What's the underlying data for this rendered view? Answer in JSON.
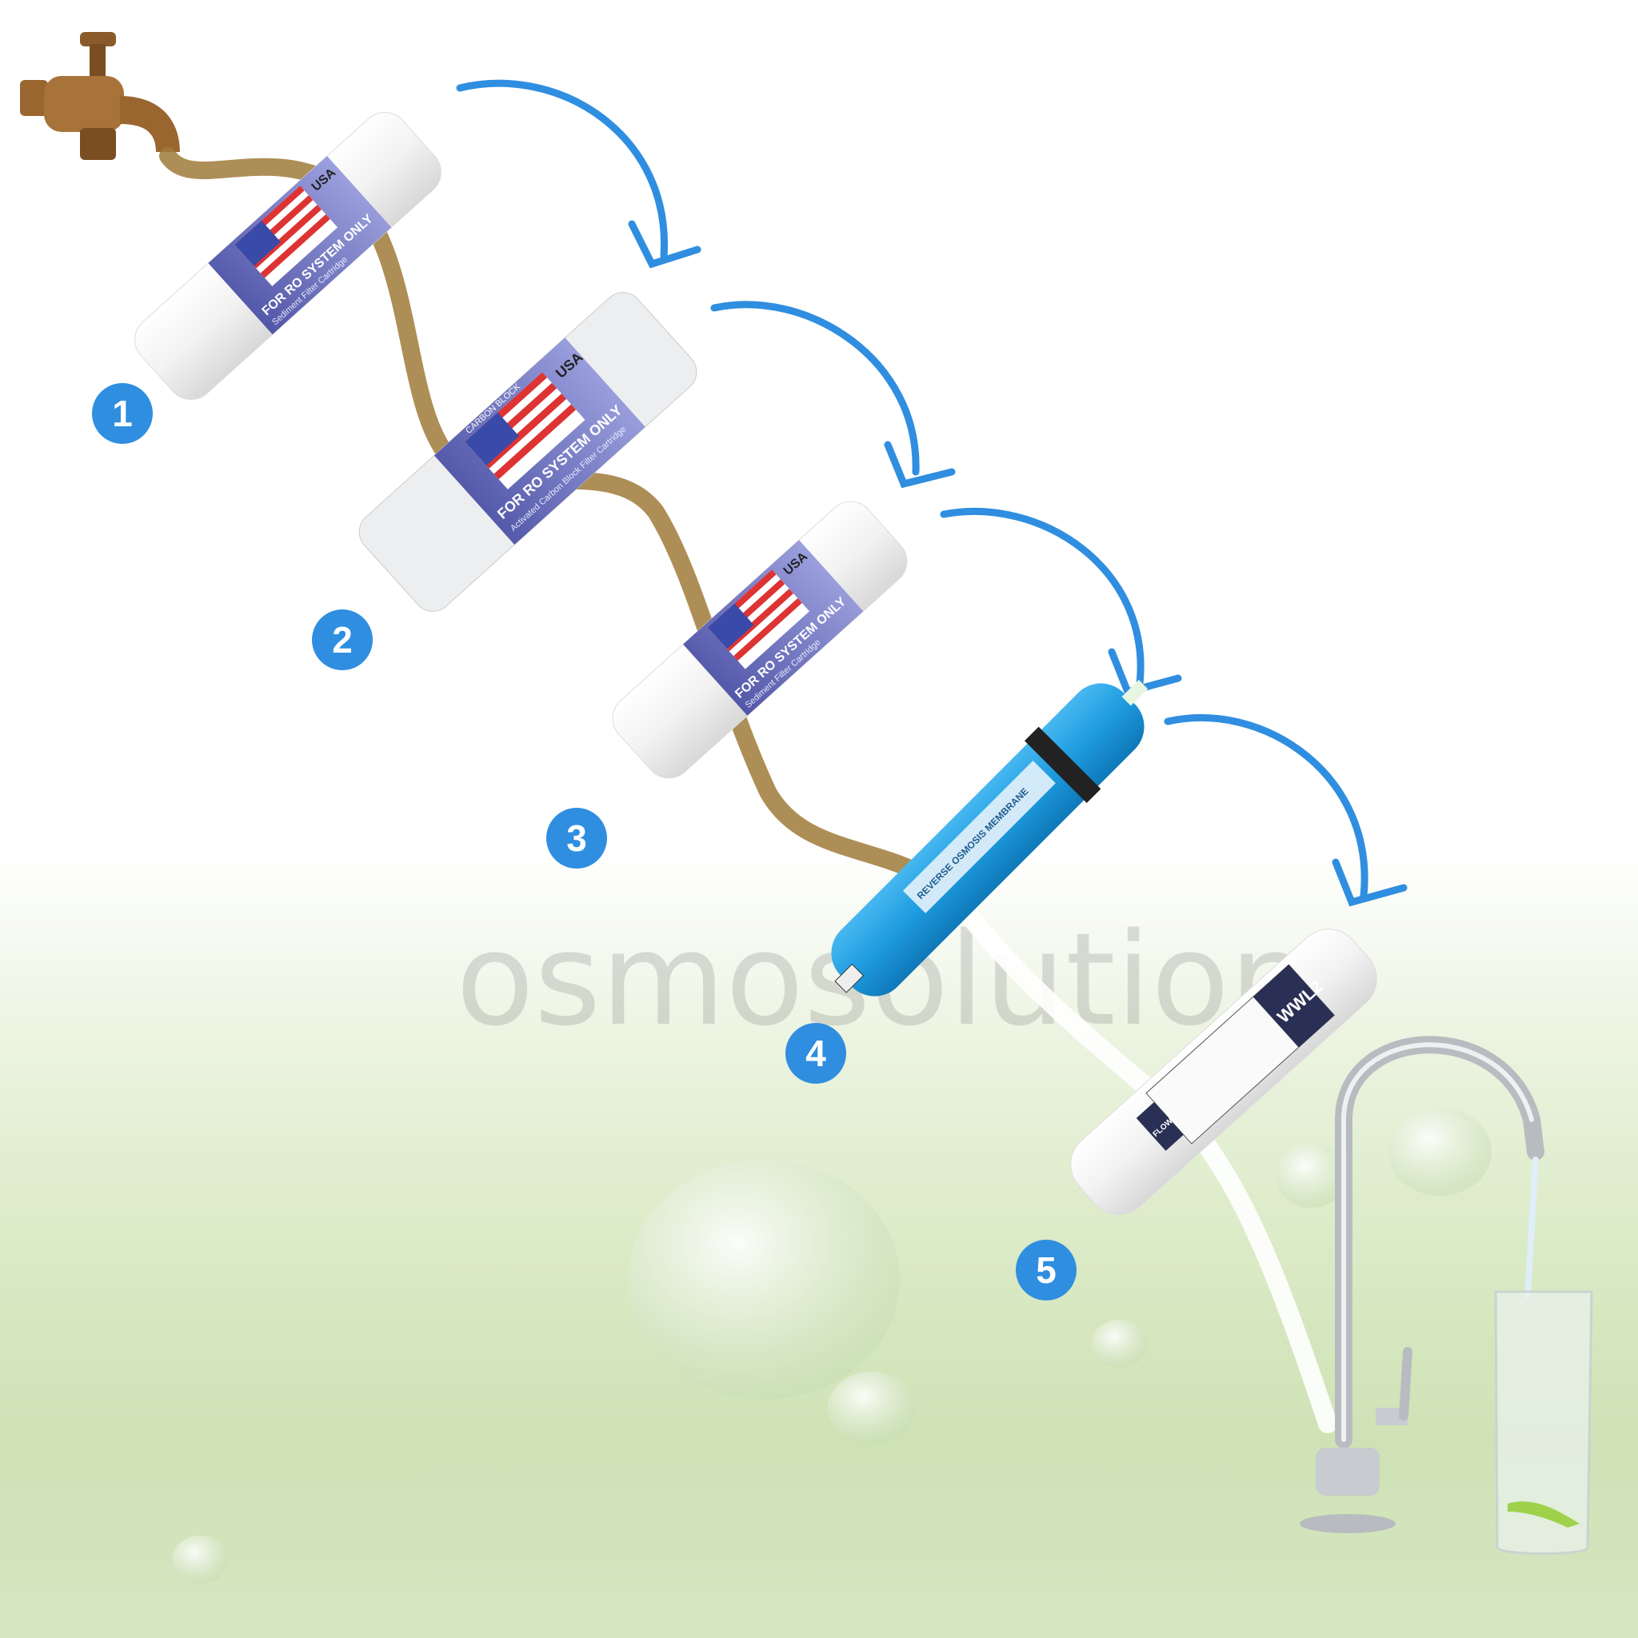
{
  "watermark": "osmosolution",
  "steps": [
    {
      "number": "1",
      "cartridge_label": "FOR RO SYSTEM ONLY",
      "badge": "USA",
      "subtitle": "Sediment Filter Cartridge"
    },
    {
      "number": "2",
      "cartridge_label": "FOR RO SYSTEM ONLY",
      "badge": "USA",
      "top_label": "CARBON BLOCK",
      "subtitle": "Activated Carbon Block Filter Cartridge"
    },
    {
      "number": "3",
      "cartridge_label": "FOR RO SYSTEM ONLY",
      "badge": "USA",
      "subtitle": "Sediment Filter Cartridge"
    },
    {
      "number": "4",
      "cartridge_label": "REVERSE OSMOSIS MEMBRANE"
    },
    {
      "number": "5",
      "cartridge_label": "WWL2",
      "flow_label": "FLOW"
    }
  ],
  "colors": {
    "accent": "#2f8ee0",
    "dirty_water": "#a07a3a",
    "membrane": "#1e9be0"
  }
}
